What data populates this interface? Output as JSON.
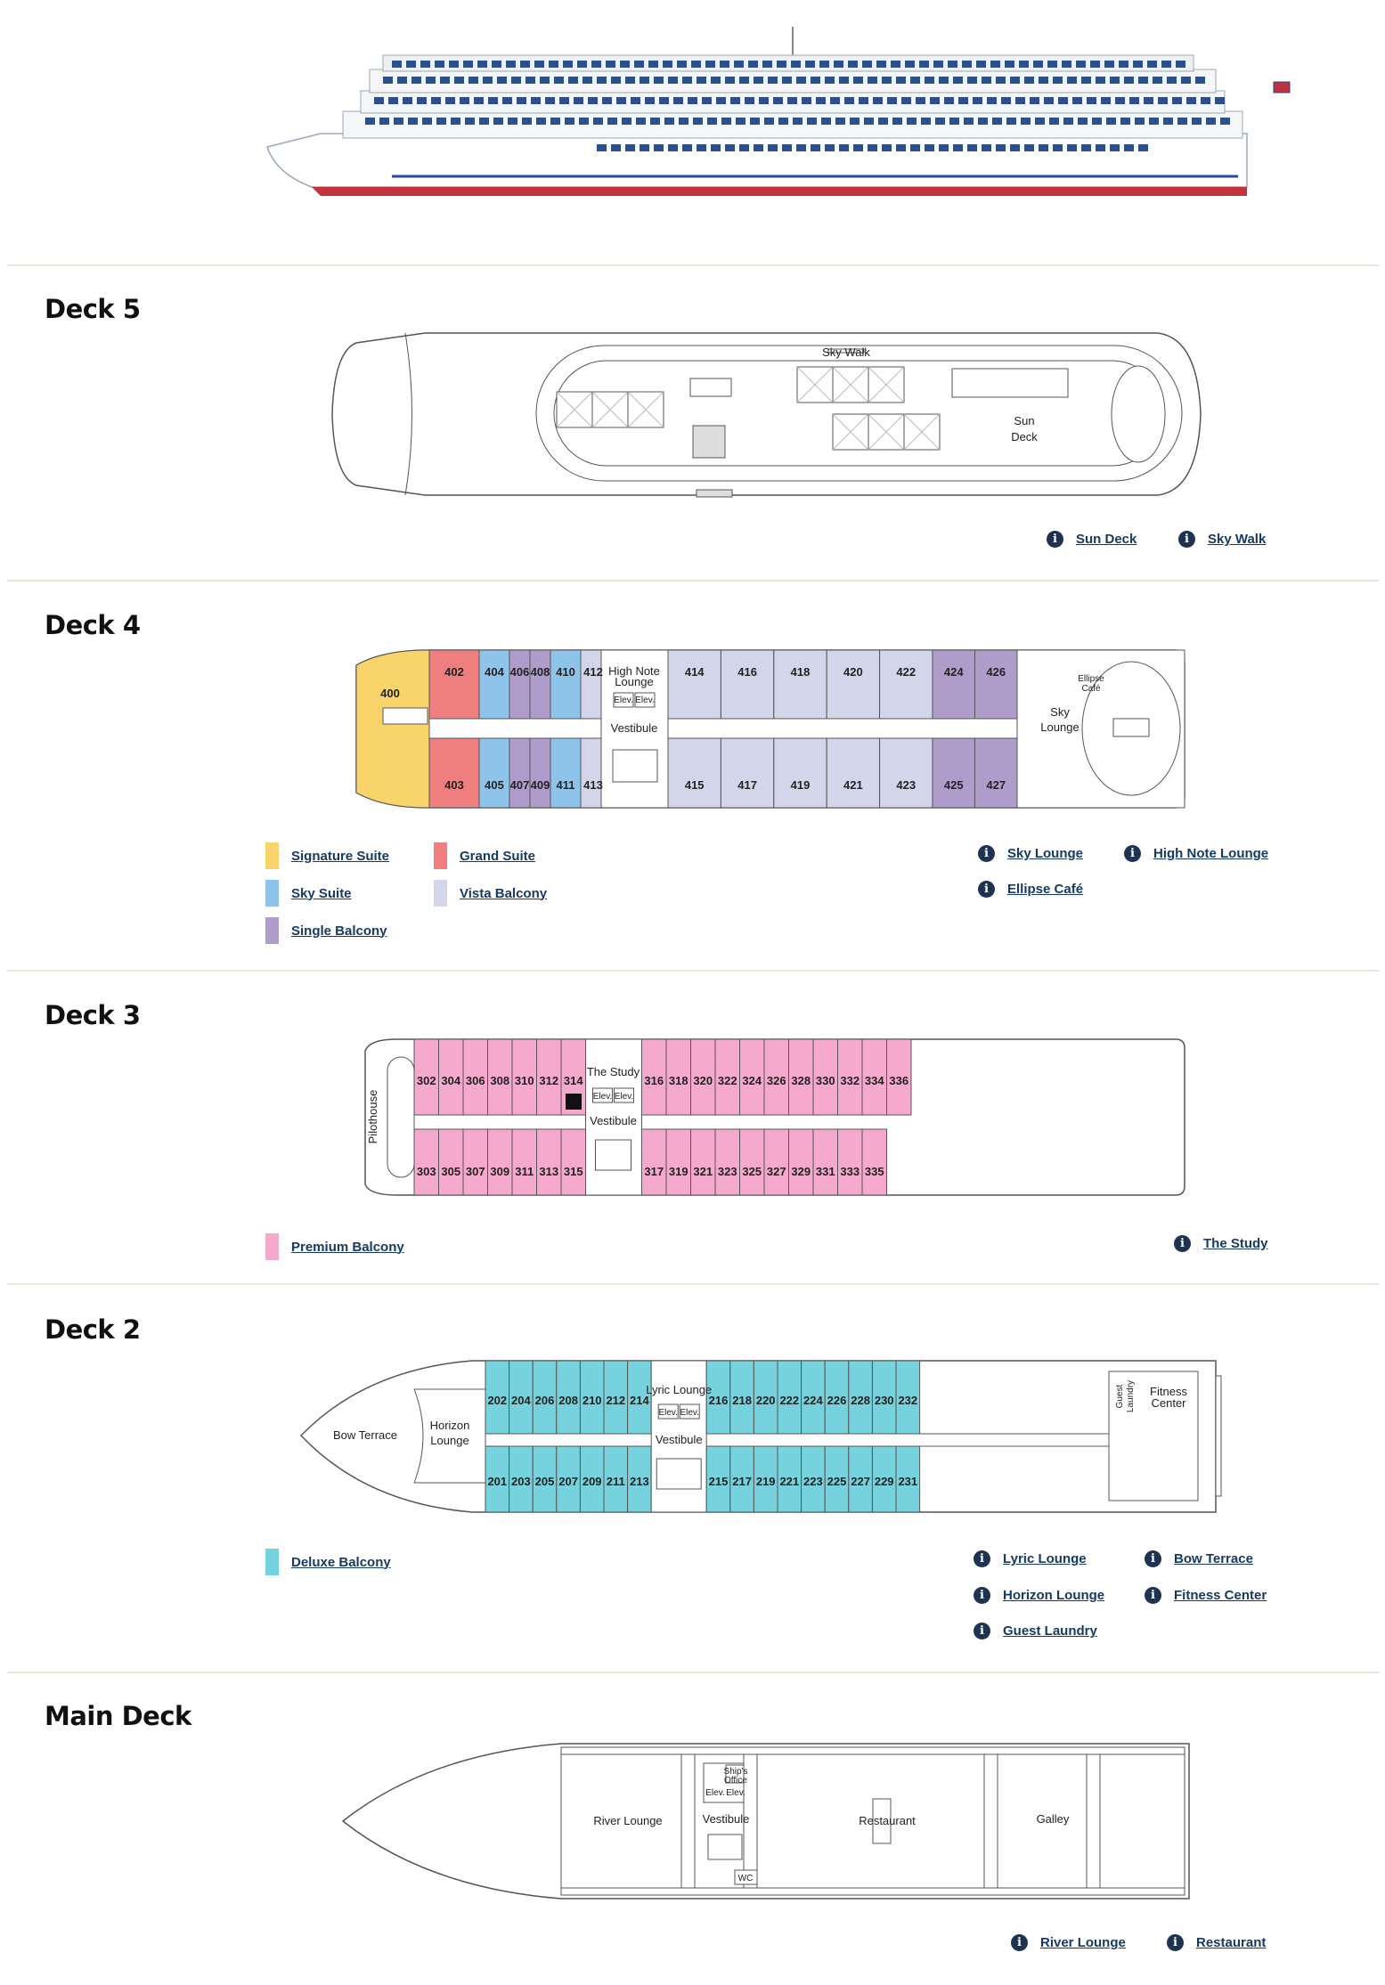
{
  "decks": {
    "deck5": {
      "title": "Deck 5",
      "rooms": {
        "sky_walk": "Sky Walk",
        "sun_deck_1": "Sun",
        "sun_deck_2": "Deck"
      },
      "info_links": [
        "Sun Deck",
        "Sky Walk"
      ]
    },
    "deck4": {
      "title": "Deck 4",
      "cabins_top": [
        "402",
        "404",
        "406",
        "408",
        "410",
        "412",
        "414",
        "416",
        "418",
        "420",
        "422",
        "424",
        "426"
      ],
      "cabins_bottom": [
        "403",
        "405",
        "407",
        "409",
        "411",
        "413",
        "415",
        "417",
        "419",
        "421",
        "423",
        "425",
        "427"
      ],
      "cabin_400": "400",
      "rooms": {
        "high_note_1": "High Note",
        "high_note_2": "Lounge",
        "elev": "Elev.",
        "vestibule": "Vestibule",
        "sky_lounge_1": "Sky",
        "sky_lounge_2": "Lounge",
        "ellipse_1": "Ellipse",
        "ellipse_2": "Café"
      },
      "legend": [
        "Signature Suite",
        "Grand Suite",
        "Sky Suite",
        "Vista Balcony",
        "Single Balcony"
      ],
      "info_links": [
        "Sky Lounge",
        "High Note Lounge",
        "Ellipse Café"
      ]
    },
    "deck3": {
      "title": "Deck 3",
      "cabins_top_fwd": [
        "302",
        "304",
        "306",
        "308",
        "310",
        "312",
        "314"
      ],
      "cabins_top_aft": [
        "316",
        "318",
        "320",
        "322",
        "324",
        "326",
        "328",
        "330",
        "332",
        "334",
        "336"
      ],
      "cabins_bottom_fwd": [
        "303",
        "305",
        "307",
        "309",
        "311",
        "313",
        "315"
      ],
      "cabins_bottom_aft": [
        "317",
        "319",
        "321",
        "323",
        "325",
        "327",
        "329",
        "331",
        "333",
        "335"
      ],
      "rooms": {
        "study": "The Study",
        "elev": "Elev.",
        "vestibule": "Vestibule",
        "pilothouse": "Pilothouse"
      },
      "legend": [
        "Premium Balcony"
      ],
      "info_links": [
        "The Study"
      ]
    },
    "deck2": {
      "title": "Deck 2",
      "cabins_top_fwd": [
        "202",
        "204",
        "206",
        "208",
        "210",
        "212",
        "214"
      ],
      "cabins_top_aft": [
        "216",
        "218",
        "220",
        "222",
        "224",
        "226",
        "228",
        "230",
        "232"
      ],
      "cabins_bottom_fwd": [
        "201",
        "203",
        "205",
        "207",
        "209",
        "211",
        "213"
      ],
      "cabins_bottom_aft": [
        "215",
        "217",
        "219",
        "221",
        "223",
        "225",
        "227",
        "229",
        "231"
      ],
      "rooms": {
        "bow_terrace": "Bow Terrace",
        "horizon_1": "Horizon",
        "horizon_2": "Lounge",
        "lyric": "Lyric Lounge",
        "elev": "Elev.",
        "vestibule": "Vestibule",
        "guest_1": "Guest",
        "guest_2": "Laundry",
        "fitness_1": "Fitness",
        "fitness_2": "Center"
      },
      "legend": [
        "Deluxe Balcony"
      ],
      "info_links": [
        "Lyric Lounge",
        "Bow Terrace",
        "Horizon Lounge",
        "Fitness Center",
        "Guest Laundry"
      ]
    },
    "main": {
      "title": "Main Deck",
      "rooms": {
        "river_lounge": "River Lounge",
        "ships_1": "Ship's",
        "ships_2": "Office",
        "elev": "Elev.",
        "vestibule": "Vestibule",
        "restaurant": "Restaurant",
        "galley": "Galley",
        "wc": "WC"
      },
      "info_links": [
        "River Lounge",
        "Restaurant"
      ]
    }
  },
  "colors": {
    "signature_suite": "#f9d46b",
    "grand_suite": "#ef7f7f",
    "sky_suite": "#8ec3ea",
    "vista_balcony": "#d3d6ea",
    "single_balcony": "#b09ccb",
    "premium_balcony": "#f5a9cd",
    "deluxe_balcony": "#76d2dc",
    "info_icon": "#1e3352",
    "link": "#173a63",
    "divider": "#efe5d8"
  },
  "info_icon_glyph": "i"
}
